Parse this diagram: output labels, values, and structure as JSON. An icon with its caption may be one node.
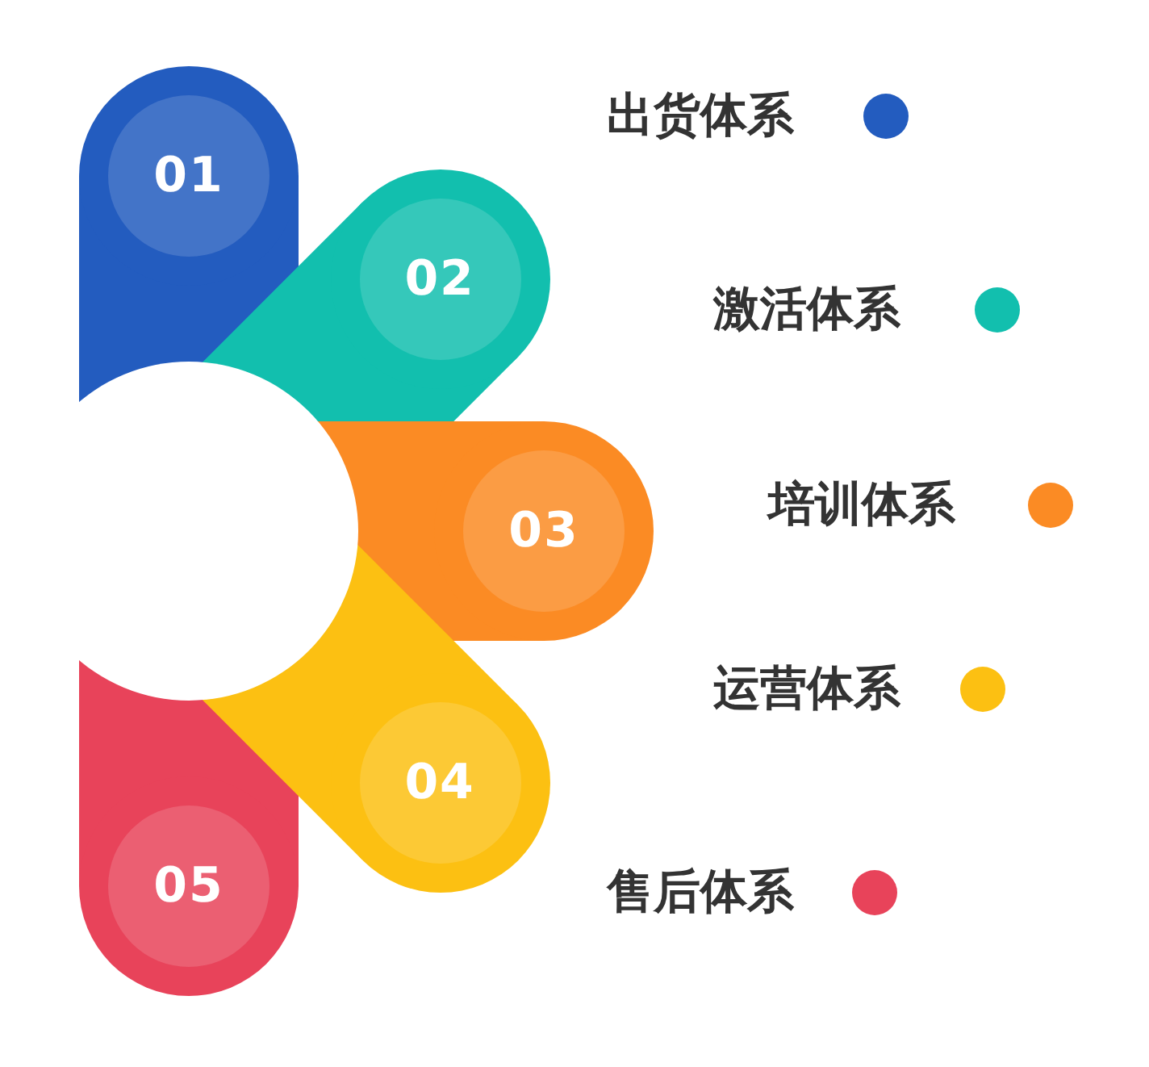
{
  "diagram": {
    "nodes": [
      {
        "text": [
          "01"
        ]
      },
      {
        "text": [
          "02"
        ]
      },
      {
        "text": [
          "03"
        ]
      },
      {
        "text": [
          "04"
        ]
      },
      {
        "text": [
          "05"
        ]
      }
    ],
    "labels": [
      "出货体系",
      "激活体系",
      "培训体系",
      "运营体系",
      "售后体系"
    ]
  }
}
